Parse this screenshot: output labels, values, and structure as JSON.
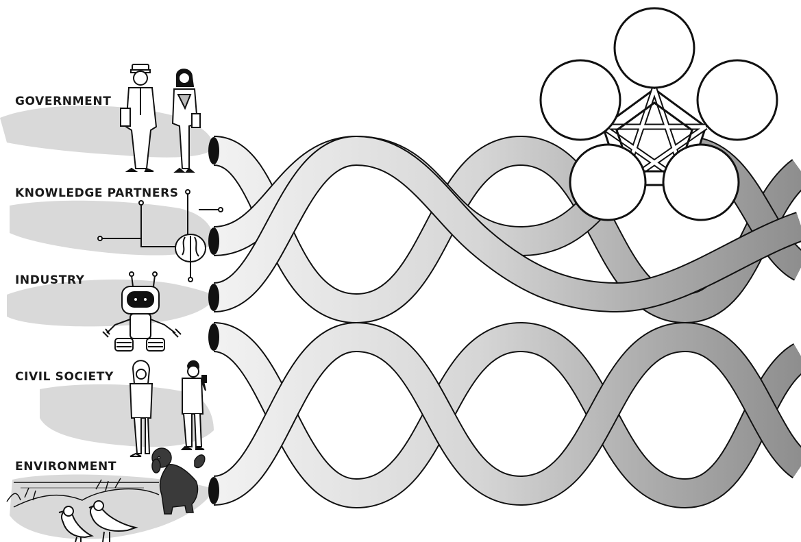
{
  "stakeholders": [
    {
      "key": "government",
      "label": "GOVERNMENT"
    },
    {
      "key": "knowledge",
      "label": "KNOWLEDGE PARTNERS"
    },
    {
      "key": "industry",
      "label": "INDUSTRY"
    },
    {
      "key": "civil",
      "label": "CIVIL SOCIETY"
    },
    {
      "key": "environment",
      "label": "ENVIRONMENT"
    }
  ],
  "colors": {
    "shadow": "#d9d9d9",
    "tube_light": "#eeeeee",
    "tube_mid": "#cfcfcf",
    "tube_dark": "#9a9a9a",
    "outline": "#111111"
  },
  "icons": [
    "police-officer-icon",
    "businesswoman-icon",
    "brain-circuit-icon",
    "robot-icon",
    "woman-hijab-icon",
    "man-phone-icon",
    "poodle-dog-icon",
    "seagulls-icon",
    "dunes-icon",
    "knot-icon"
  ]
}
